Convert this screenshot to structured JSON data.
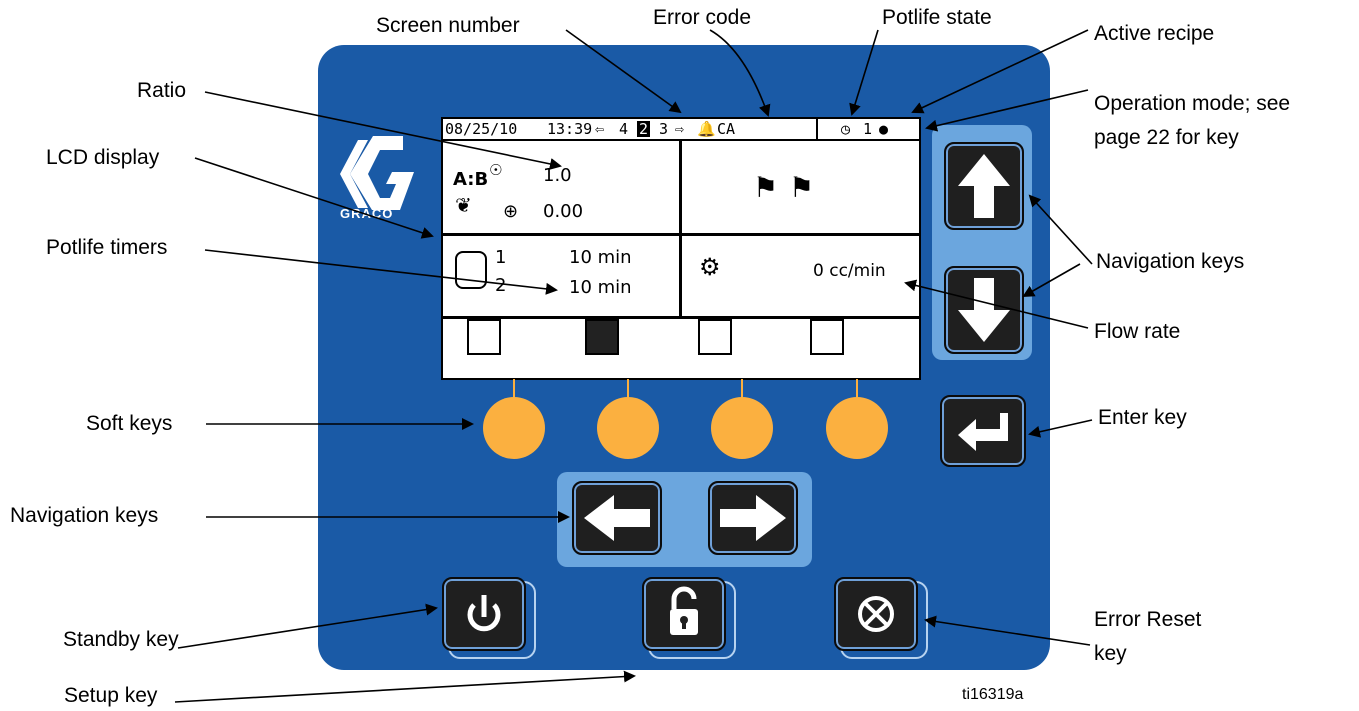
{
  "lcd": {
    "date": "08/25/10",
    "time": "13:39",
    "screen_prev": "4",
    "screen_current": "2",
    "screen_next": "3",
    "error_code": "CA",
    "recipe_number": "1",
    "ratio_label": "A:B",
    "ratio_value": "1.0",
    "ratio_tolerance": "0.00",
    "potlife_1_index": "1",
    "potlife_1_value": "10 min",
    "potlife_2_index": "2",
    "potlife_2_value": "10 min",
    "flow_rate": "0 cc/min"
  },
  "logo_text": "GRACO",
  "callouts": {
    "screen_number": "Screen number",
    "error_code": "Error code",
    "potlife_state": "Potlife state",
    "active_recipe": "Active recipe",
    "operation_mode_1": "Operation mode; see",
    "operation_mode_2": "page 22 for key",
    "ratio": "Ratio",
    "lcd_display": "LCD display",
    "potlife_timers": "Potlife timers",
    "navigation_keys_right": "Navigation keys",
    "flow_rate": "Flow rate",
    "soft_keys": "Soft keys",
    "enter_key": "Enter key",
    "navigation_keys_left": "Navigation keys",
    "standby_key": "Standby key",
    "error_reset_1": "Error Reset",
    "error_reset_2": "key",
    "setup_key": "Setup key"
  },
  "figure_id": "ti16319a",
  "colors": {
    "panel": "#1a5aa6",
    "tray": "#6ba6de",
    "soft_key": "#fbb040",
    "button": "#1f1f1f"
  }
}
